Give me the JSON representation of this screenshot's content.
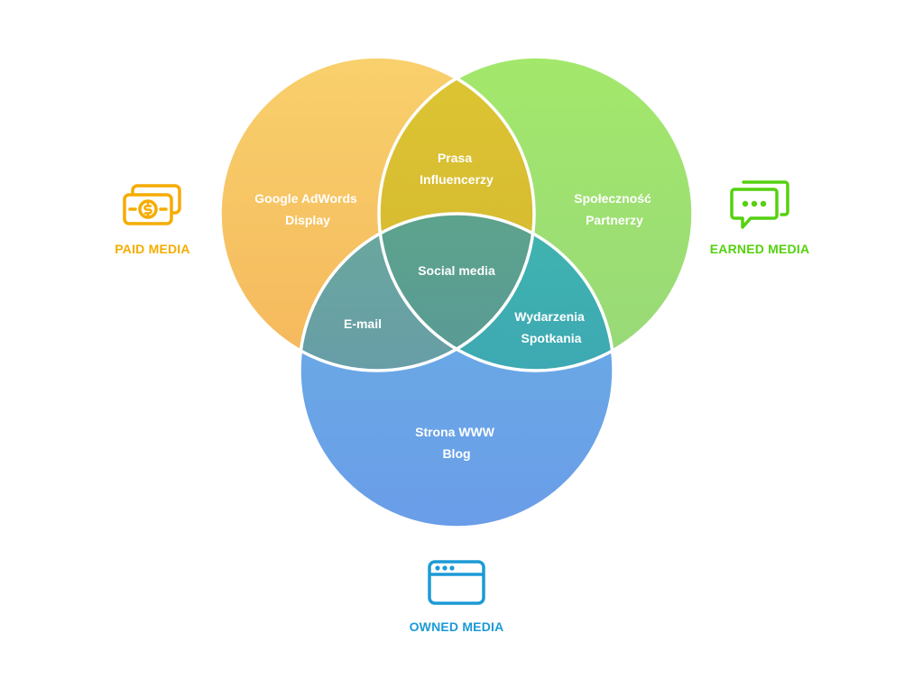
{
  "colors": {
    "paid": "#f5ac00",
    "earned": "#55d10f",
    "owned": "#1b9ad6"
  },
  "paid": {
    "label": "PAID MEDIA",
    "icon": "money-icon",
    "circle_lines": [
      "Google AdWords",
      "Display"
    ]
  },
  "earned": {
    "label": "EARNED MEDIA",
    "icon": "chat-icon",
    "circle_lines": [
      "Społeczność",
      "Partnerzy"
    ]
  },
  "owned": {
    "label": "OWNED MEDIA",
    "icon": "browser-window-icon",
    "circle_lines": [
      "Strona WWW",
      "Blog"
    ]
  },
  "overlaps": {
    "paid_earned": [
      "Prasa",
      "Influencerzy"
    ],
    "paid_owned": [
      "E-mail"
    ],
    "earned_owned": [
      "Wydarzenia",
      "Spotkania"
    ],
    "center": [
      "Social media"
    ]
  }
}
